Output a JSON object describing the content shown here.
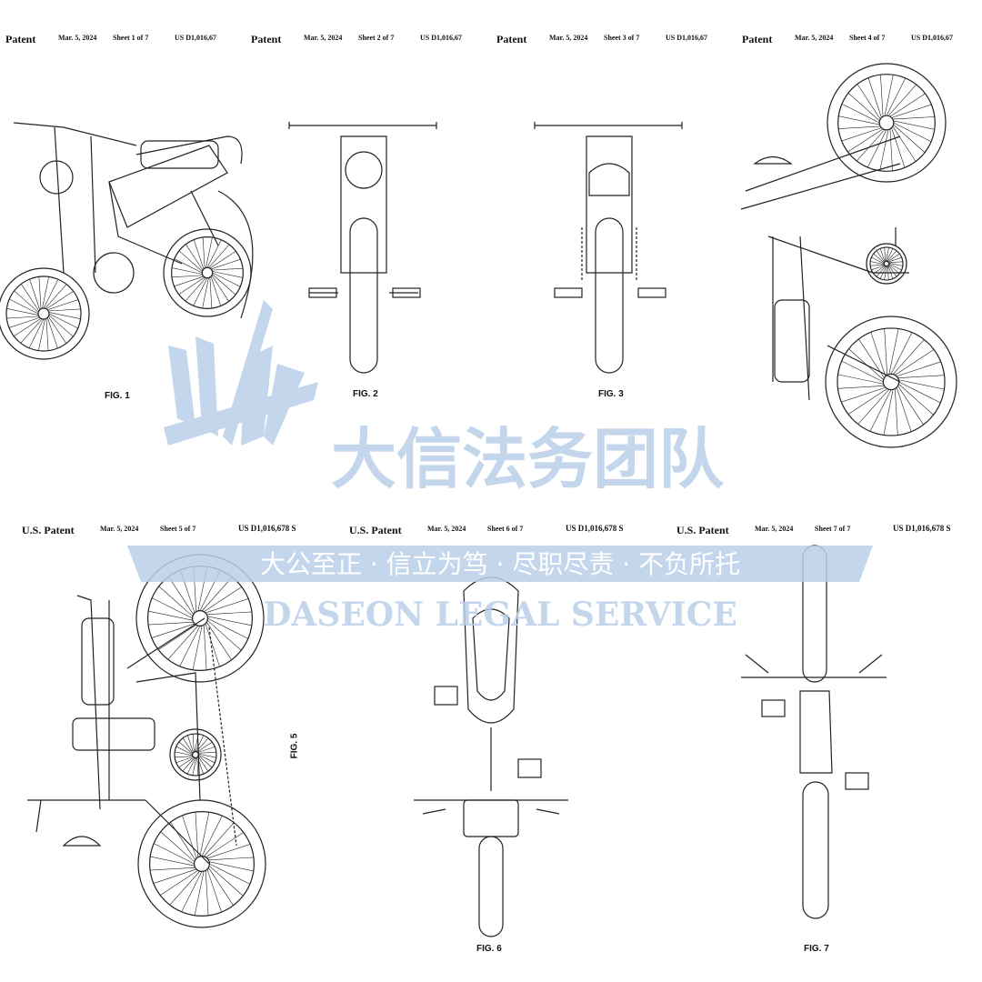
{
  "sheets": [
    {
      "left_label": "Patent",
      "date": "Mar. 5, 2024",
      "sheet": "Sheet 1 of 7",
      "number": "US D1,016,67"
    },
    {
      "left_label": "Patent",
      "date": "Mar. 5, 2024",
      "sheet": "Sheet 2 of 7",
      "number": "US D1,016,67"
    },
    {
      "left_label": "Patent",
      "date": "Mar. 5, 2024",
      "sheet": "Sheet 3 of 7",
      "number": "US D1,016,67"
    },
    {
      "left_label": "Patent",
      "date": "Mar. 5, 2024",
      "sheet": "Sheet 4 of 7",
      "number": "US D1,016,67"
    },
    {
      "left_label": "U.S. Patent",
      "date": "Mar. 5, 2024",
      "sheet": "Sheet 5 of 7",
      "number": "US D1,016,678 S"
    },
    {
      "left_label": "U.S. Patent",
      "date": "Mar. 5, 2024",
      "sheet": "Sheet 6 of 7",
      "number": "US D1,016,678 S"
    },
    {
      "left_label": "U.S. Patent",
      "date": "Mar. 5, 2024",
      "sheet": "Sheet 7 of 7",
      "number": "US D1,016,678 S"
    }
  ],
  "figures": [
    "FIG. 1",
    "FIG. 2",
    "FIG. 3",
    "FIG. 5",
    "FIG. 6",
    "FIG. 7"
  ],
  "watermark": {
    "title_cn": "大信法务团队",
    "title_en": "DASEON LEGAL SERVICE",
    "motto": "大公至正 · 信立为笃 · 尽职尽责 · 不负所托",
    "color": "#b9cfe8"
  }
}
